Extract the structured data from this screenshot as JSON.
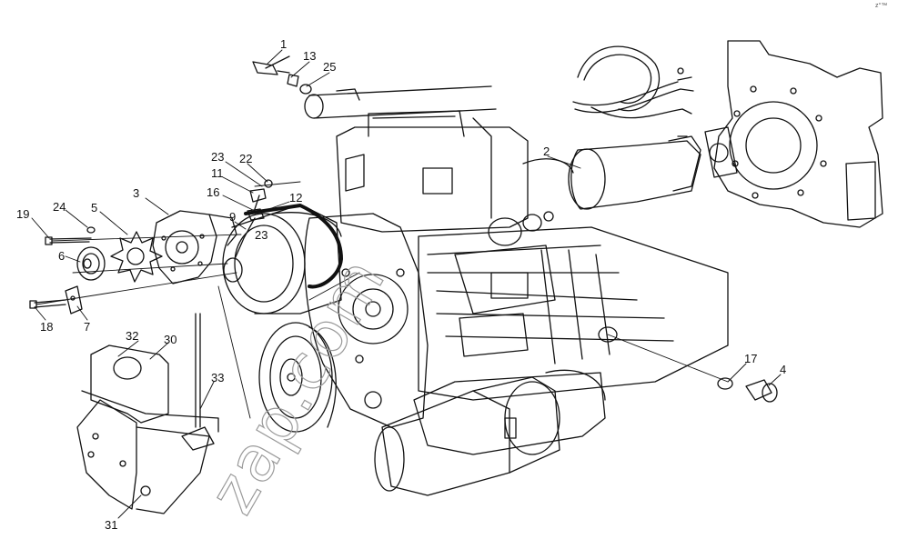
{
  "diagram": {
    "callouts": [
      {
        "id": "c1",
        "text": "1"
      },
      {
        "id": "c13",
        "text": "13"
      },
      {
        "id": "c25",
        "text": "25"
      },
      {
        "id": "c2",
        "text": "2"
      },
      {
        "id": "c23a",
        "text": "23"
      },
      {
        "id": "c22",
        "text": "22"
      },
      {
        "id": "c11",
        "text": "11"
      },
      {
        "id": "c16",
        "text": "16"
      },
      {
        "id": "c12",
        "text": "12"
      },
      {
        "id": "c9",
        "text": "9"
      },
      {
        "id": "c23b",
        "text": "23"
      },
      {
        "id": "c3",
        "text": "3"
      },
      {
        "id": "c24",
        "text": "24"
      },
      {
        "id": "c5",
        "text": "5"
      },
      {
        "id": "c19",
        "text": "19"
      },
      {
        "id": "c6",
        "text": "6"
      },
      {
        "id": "c18",
        "text": "18"
      },
      {
        "id": "c7",
        "text": "7"
      },
      {
        "id": "c32",
        "text": "32"
      },
      {
        "id": "c30",
        "text": "30"
      },
      {
        "id": "c33",
        "text": "33"
      },
      {
        "id": "c31",
        "text": "31"
      },
      {
        "id": "c17",
        "text": "17"
      },
      {
        "id": "c4",
        "text": "4"
      }
    ],
    "watermark": "zap.com",
    "corner_mark": "z°™"
  }
}
